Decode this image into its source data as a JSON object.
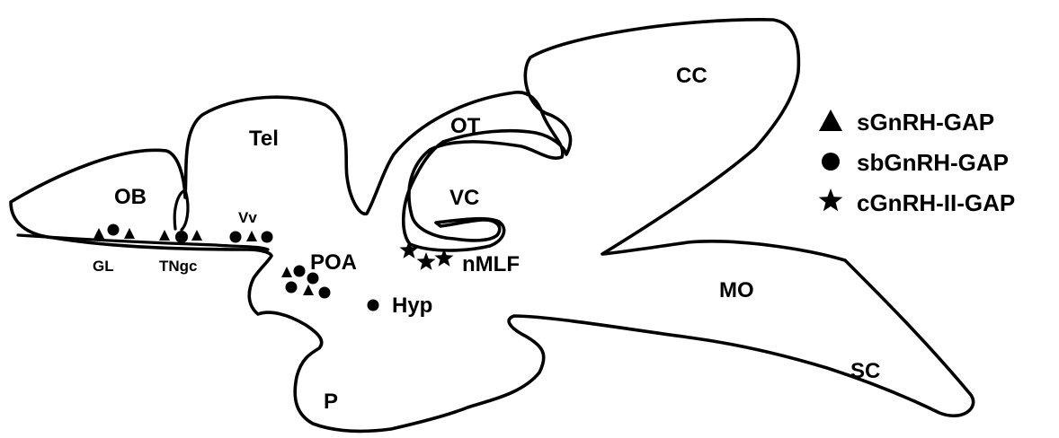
{
  "colors": {
    "ink": "#000000",
    "background": "#ffffff"
  },
  "regions": {
    "cc": "CC",
    "ot": "OT",
    "tel": "Tel",
    "ob": "OB",
    "vc": "VC",
    "vv": "Vv",
    "gl": "GL",
    "tngc": "TNgc",
    "poa": "POA",
    "nmlf": "nMLF",
    "hyp": "Hyp",
    "mo": "MO",
    "sc": "SC",
    "p": "P"
  },
  "legend": {
    "items": [
      {
        "symbol": "triangle",
        "label": "sGnRH-GAP"
      },
      {
        "symbol": "circle",
        "label": "sbGnRH-GAP"
      },
      {
        "symbol": "star",
        "label": "cGnRH-II-GAP"
      }
    ]
  }
}
